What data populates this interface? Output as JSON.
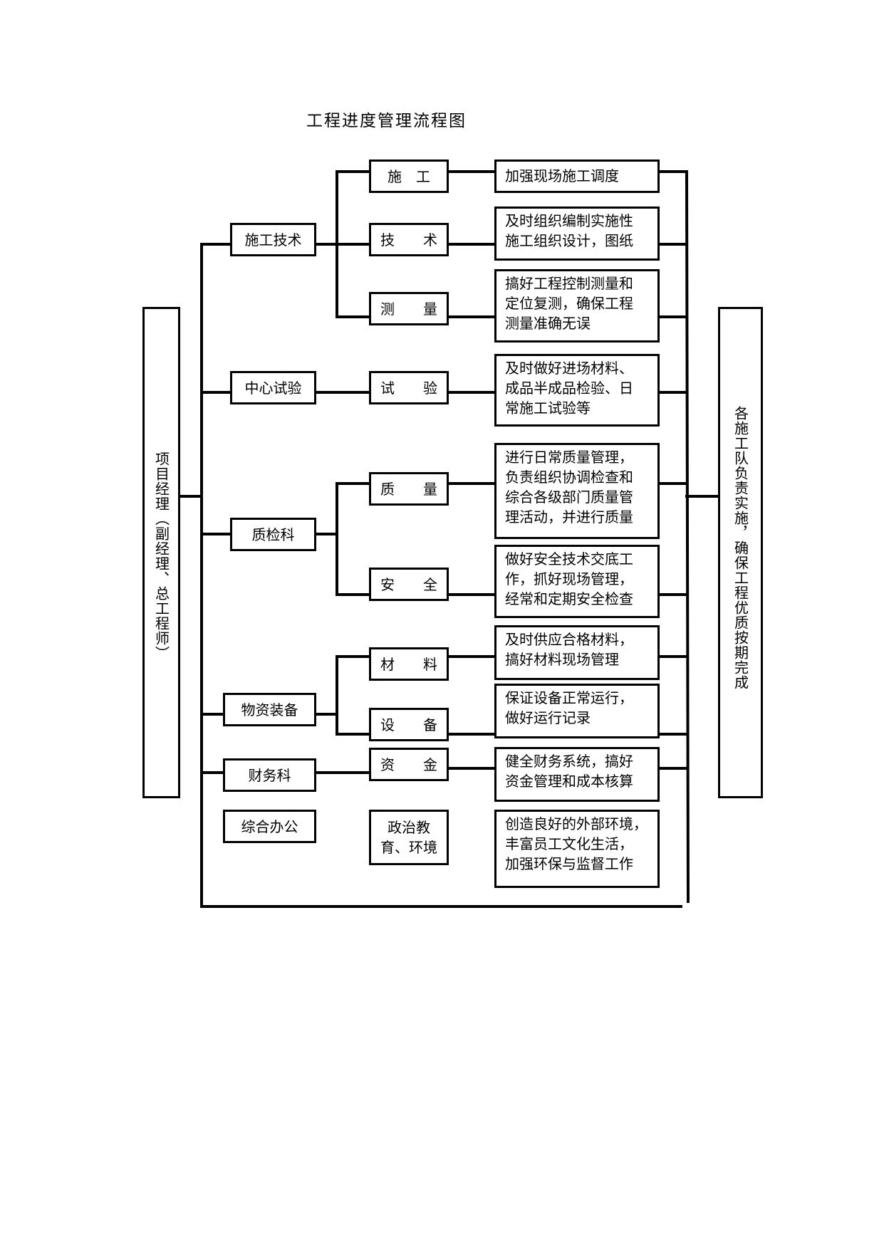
{
  "title": "工程进度管理流程图",
  "left_role": "项目经理（副经理、总工程师）",
  "right_role": "各施工队负责实施，确保工程优质按期完成",
  "departments": [
    {
      "id": "d1",
      "label": "施工技术"
    },
    {
      "id": "d2",
      "label": "中心试验"
    },
    {
      "id": "d3",
      "label": "质检科"
    },
    {
      "id": "d4",
      "label": "物资装备"
    },
    {
      "id": "d5",
      "label": "财务科"
    },
    {
      "id": "d6",
      "label": "综合办公"
    }
  ],
  "functions": [
    {
      "id": "f1",
      "label": "施　工"
    },
    {
      "id": "f2",
      "label": "技　　术"
    },
    {
      "id": "f3",
      "label": "测　　量"
    },
    {
      "id": "f4",
      "label": "试　　验"
    },
    {
      "id": "f5",
      "label": "质　　量"
    },
    {
      "id": "f6",
      "label": "安　　全"
    },
    {
      "id": "f7",
      "label": "材　　料"
    },
    {
      "id": "f8",
      "label": "设　　备"
    },
    {
      "id": "f9",
      "label": "资　　金"
    },
    {
      "id": "f10",
      "lines": [
        "政治教",
        "育、环境"
      ]
    }
  ],
  "descriptions": [
    {
      "id": "t1",
      "lines": [
        "加强现场施工调度"
      ]
    },
    {
      "id": "t2",
      "lines": [
        "及时组织编制实施性",
        "施工组织设计，图纸"
      ]
    },
    {
      "id": "t3",
      "lines": [
        "搞好工程控制测量和",
        "定位复测，确保工程",
        "测量准确无误"
      ]
    },
    {
      "id": "t4",
      "lines": [
        "及时做好进场材料、",
        "成品半成品检验、日",
        "常施工试验等"
      ]
    },
    {
      "id": "t5",
      "lines": [
        "进行日常质量管理，",
        "负责组织协调检查和",
        "综合各级部门质量管",
        "理活动，并进行质量"
      ]
    },
    {
      "id": "t6",
      "lines": [
        "做好安全技术交底工",
        "作，抓好现场管理，",
        "经常和定期安全检查"
      ]
    },
    {
      "id": "t7",
      "lines": [
        "及时供应合格材料，",
        "搞好材料现场管理"
      ]
    },
    {
      "id": "t8",
      "lines": [
        "保证设备正常运行，",
        "做好运行记录"
      ]
    },
    {
      "id": "t9",
      "lines": [
        "健全财务系统，搞好",
        "资金管理和成本核算"
      ]
    },
    {
      "id": "t10",
      "lines": [
        "创造良好的外部环境，",
        "丰富员工文化生活，",
        "加强环保与监督工作"
      ]
    }
  ]
}
